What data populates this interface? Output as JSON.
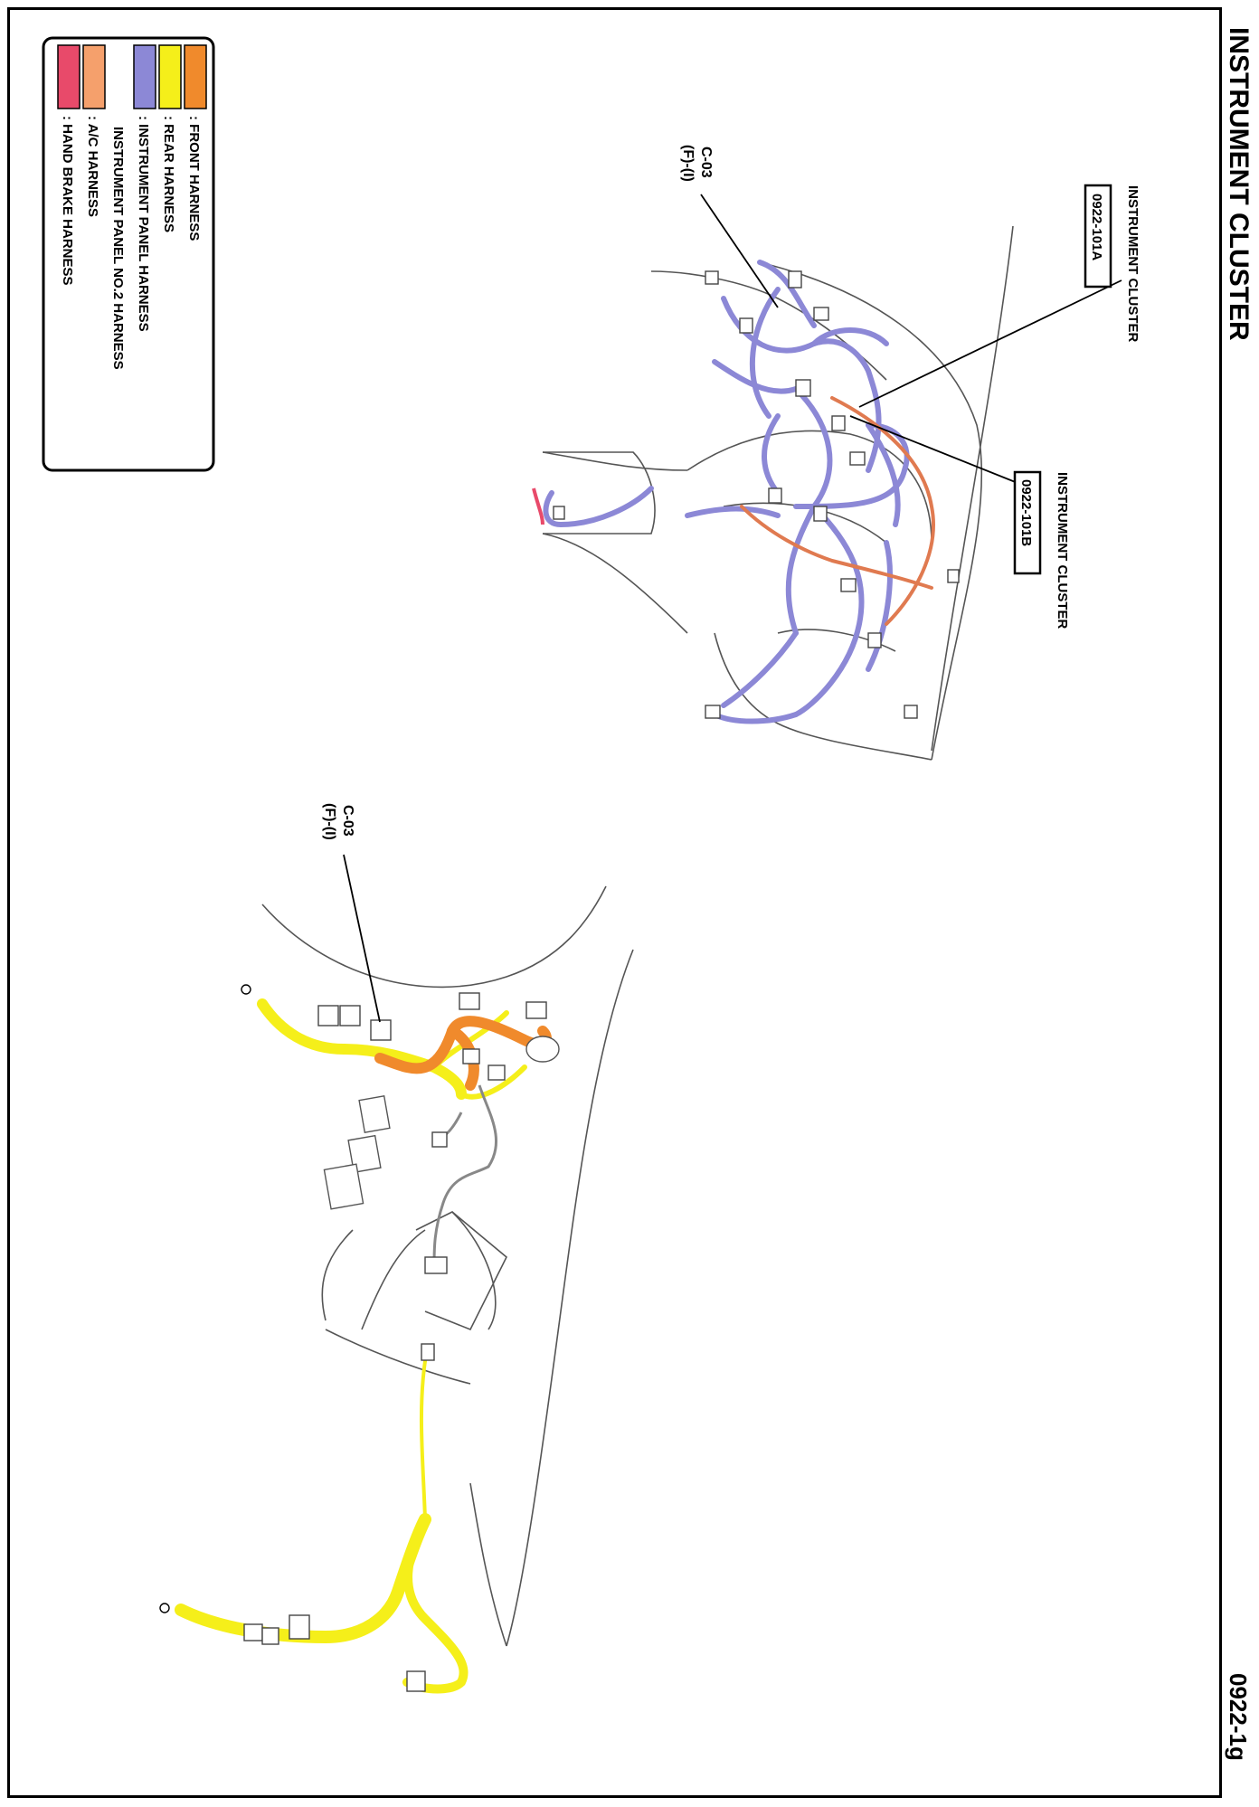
{
  "page": {
    "title": "INSTRUMENT CLUSTER",
    "page_number": "0922-1g"
  },
  "legend": {
    "items": [
      {
        "label": ": FRONT HARNESS",
        "color": "#f08a2c"
      },
      {
        "label": ": REAR HARNESS",
        "color": "#f5ef1a"
      },
      {
        "label": ": INSTRUMENT PANEL HARNESS",
        "color": "#8c88d6"
      },
      {
        "label": "INSTRUMENT PANEL NO.2 HARNESS",
        "color": ""
      },
      {
        "label": ": A/C HARNESS",
        "color": "#f5a06c"
      },
      {
        "label": ": HAND BRAKE HARNESS",
        "color": "#e84a6a"
      }
    ]
  },
  "callouts": {
    "cluster_a_label": "INSTRUMENT CLUSTER",
    "cluster_a_code": "0922-101A",
    "cluster_b_label": "INSTRUMENT CLUSTER",
    "cluster_b_code": "0922-101B",
    "c03_top_id": "C-03",
    "c03_top_loc": "(F)-(I)",
    "c03_bottom_id": "C-03",
    "c03_bottom_loc": "(F)-(I)"
  },
  "colors": {
    "front": "#f08a2c",
    "rear": "#f5ef1a",
    "ip": "#8c88d6",
    "ac": "#e07a50",
    "handbrake": "#e84a6a",
    "outline": "#555555"
  }
}
